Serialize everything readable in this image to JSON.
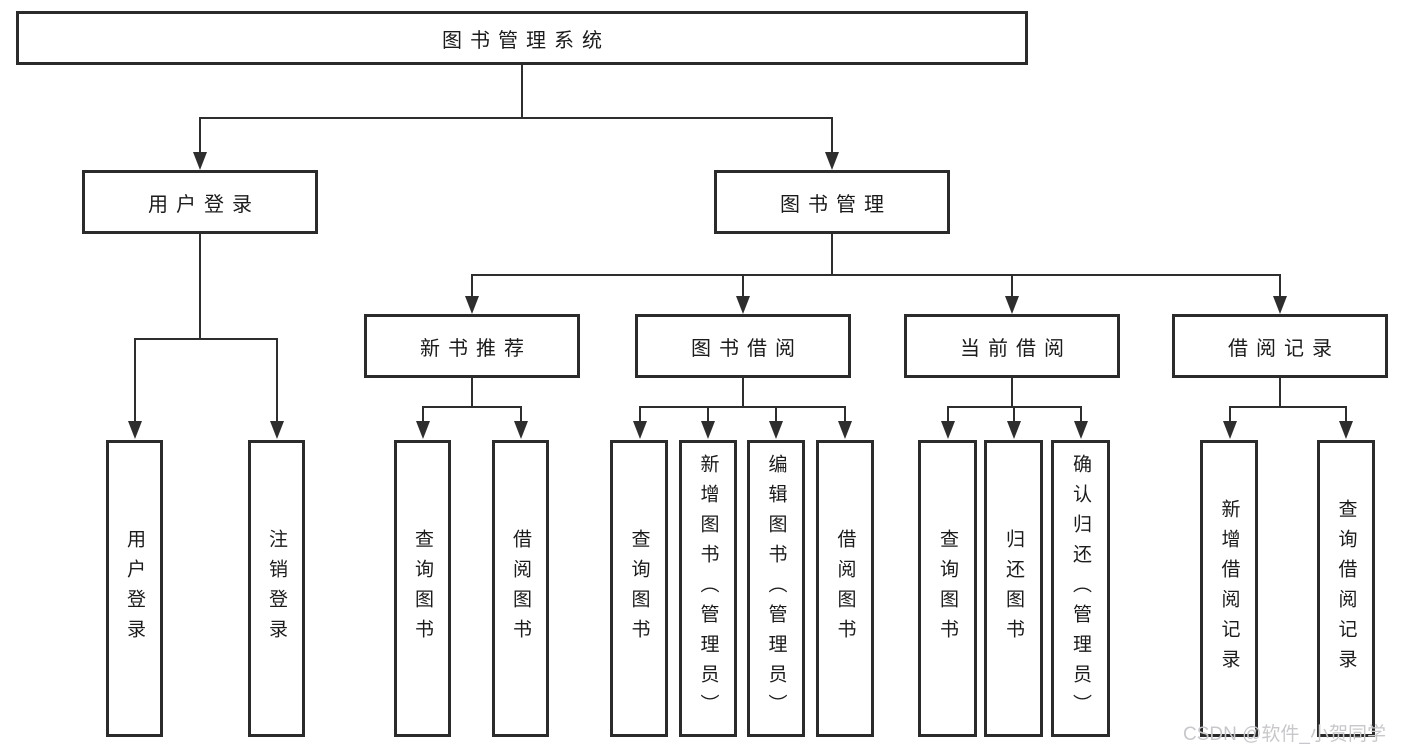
{
  "diagram": {
    "root": {
      "label": "图书管理系统"
    },
    "level1": [
      {
        "id": "user-login",
        "label": "用户登录"
      },
      {
        "id": "book-management",
        "label": "图书管理"
      }
    ],
    "level2": [
      {
        "id": "new-book-recommend",
        "label": "新书推荐"
      },
      {
        "id": "book-borrow",
        "label": "图书借阅"
      },
      {
        "id": "current-borrow",
        "label": "当前借阅"
      },
      {
        "id": "borrow-records",
        "label": "借阅记录"
      }
    ],
    "leaves": {
      "user_login": [
        "用户登录",
        "注销登录"
      ],
      "new_book_recommend": [
        "查询图书",
        "借阅图书"
      ],
      "book_borrow": [
        "查询图书",
        "新增图书（管理员）",
        "编辑图书（管理员）",
        "借阅图书"
      ],
      "current_borrow": [
        "查询图书",
        "归还图书",
        "确认归还（管理员）"
      ],
      "borrow_records": [
        "新增借阅记录",
        "查询借阅记录"
      ]
    }
  },
  "watermark": "CSDN @软件_小贺同学",
  "colors": {
    "line": "#2e2e2e",
    "box_border": "#2b2b2b",
    "text": "#1b1b1b",
    "watermark": "#c9c7cb",
    "background": "#ffffff"
  }
}
